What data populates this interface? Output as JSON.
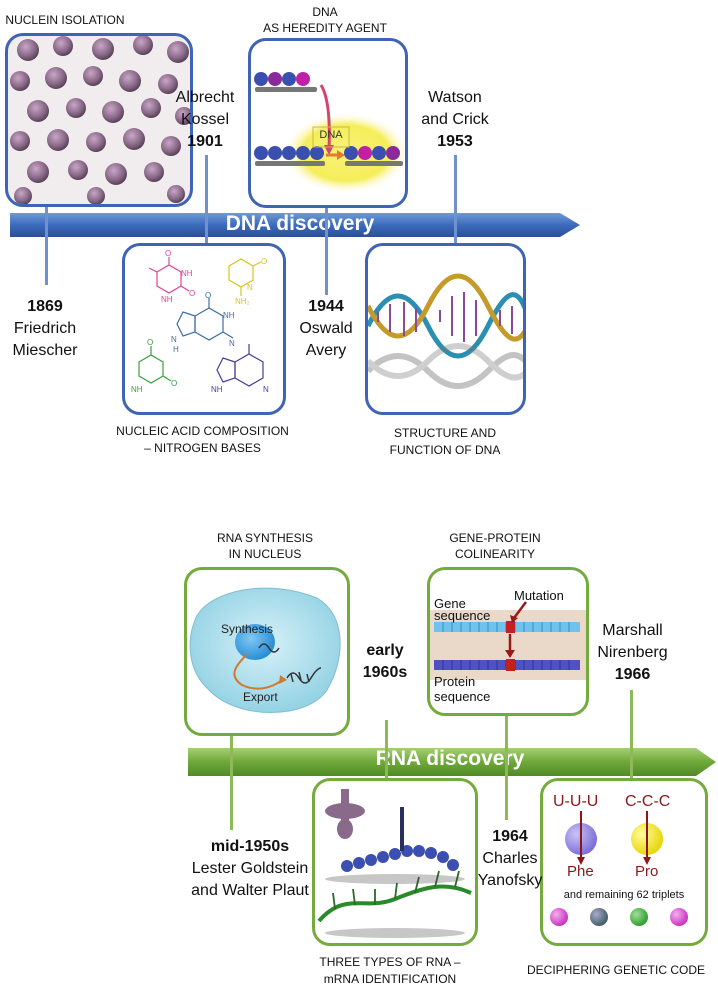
{
  "dna": {
    "bar_label": "DNA discovery",
    "captions": {
      "nuclein": "NUCLEIN ISOLATION",
      "heredity_line1": "DNA",
      "heredity_line2": "AS HEREDITY AGENT",
      "bases_line1": "NUCLEIC ACID COMPOSITION",
      "bases_line2": "– NITROGEN BASES",
      "structure_line1": "STRUCTURE AND",
      "structure_line2": "FUNCTION OF DNA"
    },
    "events": [
      {
        "year": "1869",
        "name1": "Friedrich",
        "name2": "Miescher"
      },
      {
        "name1": "Albrecht",
        "name2": "Kossel",
        "year": "1901"
      },
      {
        "year": "1944",
        "name1": "Oswald",
        "name2": "Avery"
      },
      {
        "name1": "Watson",
        "name2": "and Crick",
        "year": "1953"
      }
    ],
    "heredity_box_label": "DNA",
    "bases_labels": {
      "o1": "O",
      "nh1": "NH",
      "o2": "O",
      "nh2": "NH",
      "nh3": "N",
      "o3": "O",
      "n1": "N",
      "h1": "H",
      "nh2b": "NH",
      "o4": "O",
      "nh2c": "NH₂",
      "n2": "N",
      "o5": "O",
      "nh4": "NH",
      "o6": "O",
      "n3": "N",
      "nh5": "NH"
    }
  },
  "rna": {
    "bar_label": "RNA discovery",
    "captions": {
      "synthesis_line1": "RNA SYNTHESIS",
      "synthesis_line2": "IN NUCLEUS",
      "colinearity_line1": "GENE-PROTEIN",
      "colinearity_line2": "COLINEARITY",
      "three_types_line1": "THREE TYPES OF RNA –",
      "three_types_line2": "mRNA IDENTIFICATION",
      "code": "DECIPHERING GENETIC CODE"
    },
    "events": [
      {
        "year": "mid-1950s",
        "name1": "Lester Goldstein",
        "name2": "and Walter Plaut"
      },
      {
        "year1": "early",
        "year2": "1960s"
      },
      {
        "year": "1964",
        "name1": "Charles",
        "name2": "Yanofsky"
      },
      {
        "name1": "Marshall",
        "name2": "Nirenberg",
        "year": "1966"
      }
    ],
    "synthesis_labels": {
      "synthesis": "Synthesis",
      "export": "Export"
    },
    "colinearity_labels": {
      "mutation": "Mutation",
      "gene1": "Gene",
      "gene2": "sequence",
      "protein1": "Protein",
      "protein2": "sequence"
    },
    "code_labels": {
      "codon1": "U-U-U",
      "codon2": "C-C-C",
      "aa1": "Phe",
      "aa2": "Pro",
      "remaining": "and remaining 62 triplets"
    }
  }
}
